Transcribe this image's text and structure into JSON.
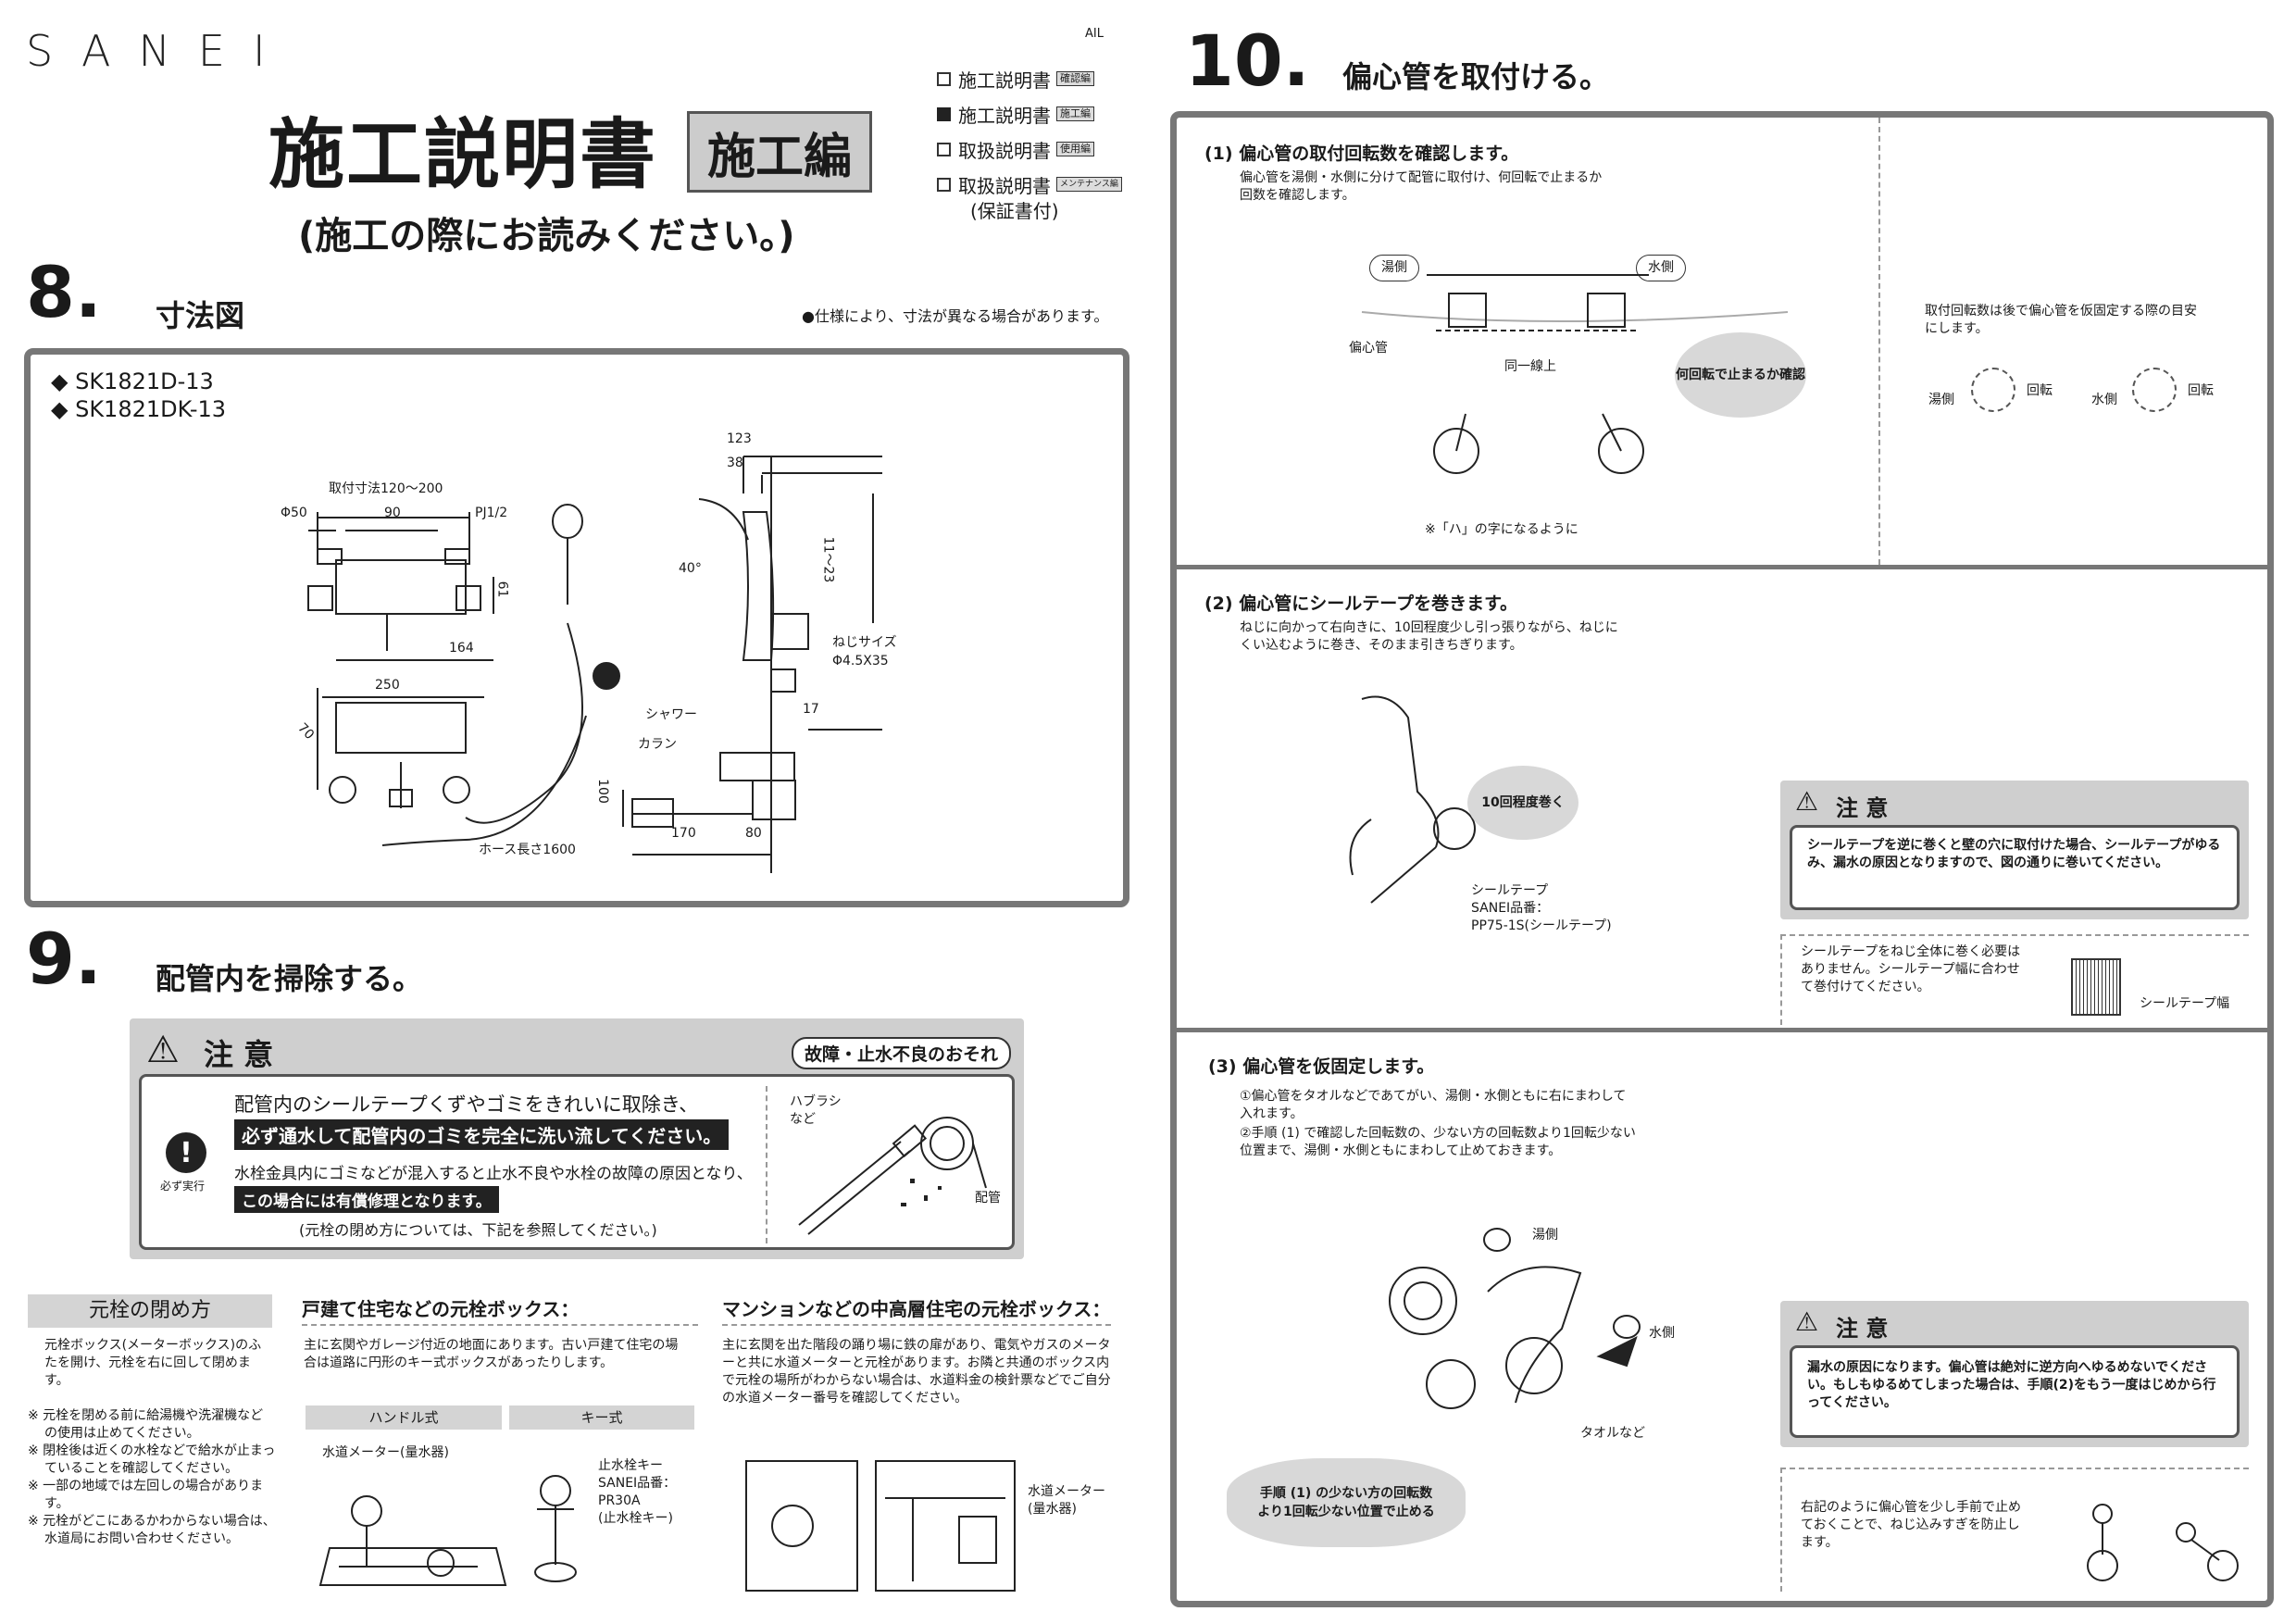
{
  "brand": "SANEI",
  "ail": "AIL",
  "doc_title": "施工説明書",
  "doc_edition": "施工編",
  "subtitle": "(施工の際にお読みください。)",
  "doc_index": [
    {
      "label": "施工説明書",
      "tag": "確認編",
      "filled": false
    },
    {
      "label": "施工説明書",
      "tag": "施工編",
      "filled": true
    },
    {
      "label": "取扱説明書",
      "tag": "使用編",
      "filled": false
    },
    {
      "label": "取扱説明書",
      "tag": "メンテナンス編",
      "filled": false,
      "sub": "(保証書付)"
    }
  ],
  "s8": {
    "num": "8.",
    "title": "寸法図",
    "note": "●仕様により、寸法が異なる場合があります。",
    "models": [
      "◆ SK1821D-13",
      "◆ SK1821DK-13"
    ],
    "dims": {
      "mount": "取付寸法120～200",
      "phi50": "Φ50",
      "d90": "90",
      "pj": "PJ1/2",
      "d61": "61",
      "d164": "164",
      "d250": "250",
      "d70": "70",
      "d123": "123",
      "d38": "38",
      "angle": "40°",
      "range": "11～23",
      "screw_label": "ねじサイズ",
      "screw": "Φ4.5X35",
      "d17": "17",
      "shower": "シャワー",
      "karan": "カラン",
      "d100": "100",
      "d170": "170",
      "d80": "80",
      "hose": "ホース長さ1600"
    }
  },
  "s9": {
    "num": "9.",
    "title": "配管内を掃除する。",
    "caution": "注 意",
    "risk": "故障・止水不良のおそれ",
    "must": "必ず実行",
    "line1": "配管内のシールテープくずやゴミをきれいに取除き、",
    "line2": "必ず通水して配管内のゴミを完全に洗い流してください。",
    "line3": "水栓金具内にゴミなどが混入すると止水不良や水栓の故障の原因となり、",
    "line4": "この場合には有償修理となります。",
    "line5": "(元栓の閉め方については、下記を参照してください。)",
    "brush": "ハブラシ\nなど",
    "pipe": "配管"
  },
  "motosen": {
    "title": "元栓の閉め方",
    "text": "元栓ボックス(メーターボックス)のふたを開け、元栓を右に回して閉めます。",
    "notes": [
      "※ 元栓を閉める前に給湯機や洗濯機などの使用は止めてください。",
      "※ 閉栓後は近くの水栓などで給水が止まっていることを確認してください。",
      "※ 一部の地域では左回しの場合があります。",
      "※ 元栓がどこにあるかわからない場合は、水道局にお問い合わせください。"
    ],
    "house_title": "戸建て住宅などの元栓ボックス：",
    "house_text": "主に玄関やガレージ付近の地面にあります。古い戸建て住宅の場合は道路に円形のキー式ボックスがあったりします。",
    "handle_type": "ハンドル式",
    "key_type": "キー式",
    "meter": "水道メーター(量水器)",
    "key_label": "止水栓キー\nSANEI品番：\nPR30A\n(止水栓キー)",
    "mansion_title": "マンションなどの中高層住宅の元栓ボックス：",
    "mansion_text": "主に玄関を出た階段の踊り場に鉄の扉があり、電気やガスのメーターと共に水道メーターと元栓があります。お隣と共通のボックス内で元栓の場所がわからない場合は、水道料金の検針票などでご自分の水道メーター番号を確認してください。",
    "meter2": "水道メーター\n(量水器)"
  },
  "s10": {
    "num": "10.",
    "title": "偏心管を取付ける。",
    "step1": {
      "title": "(1) 偏心管の取付回転数を確認します。",
      "text": "偏心管を湯側・水側に分けて配管に取付け、何回転で止まるか回数を確認します。",
      "hot": "湯側",
      "cold": "水側",
      "pipe": "偏心管",
      "line": "同一線上",
      "cloud": "何回転で止まるか確認",
      "note": "※「ハ」の字になるように",
      "aside": "取付回転数は後で偏心管を仮固定する際の目安にします。",
      "rot": "回転"
    },
    "step2": {
      "title": "(2) 偏心管にシールテープを巻きます。",
      "text": "ねじに向かって右向きに、10回程度少し引っ張りながら、ねじにくい込むように巻き、そのまま引きちぎります。",
      "cloud": "10回程度巻く",
      "tape": "シールテープ\nSANEI品番：\nPP75-1S(シールテープ)",
      "caution": "注 意",
      "caution_text": "シールテープを逆に巻くと壁の穴に取付けた場合、シールテープがゆるみ、漏水の原因となりますので、図の通りに巻いてください。",
      "aside": "シールテープをねじ全体に巻く必要はありません。シールテープ幅に合わせて巻付けてください。",
      "width": "シールテープ幅"
    },
    "step3": {
      "title": "(3) 偏心管を仮固定します。",
      "text1": "①偏心管をタオルなどであてがい、湯側・水側ともに右にまわして入れます。",
      "text2": "②手順 (1) で確認した回転数の、少ない方の回転数より1回転少ない位置まで、湯側・水側ともにまわして止めておきます。",
      "hot": "湯側",
      "cold": "水側",
      "towel": "タオルなど",
      "cloud": "手順 (1) の少ない方の回転数\nより1回転少ない位置で止める",
      "caution": "注 意",
      "caution_text": "漏水の原因になります。偏心管は絶対に逆方向へゆるめないでください。もしもゆるめてしまった場合は、手順(2)をもう一度はじめから行ってください。",
      "aside": "右記のように偏心管を少し手前で止めておくことで、ねじ込みすぎを防止します。"
    }
  }
}
